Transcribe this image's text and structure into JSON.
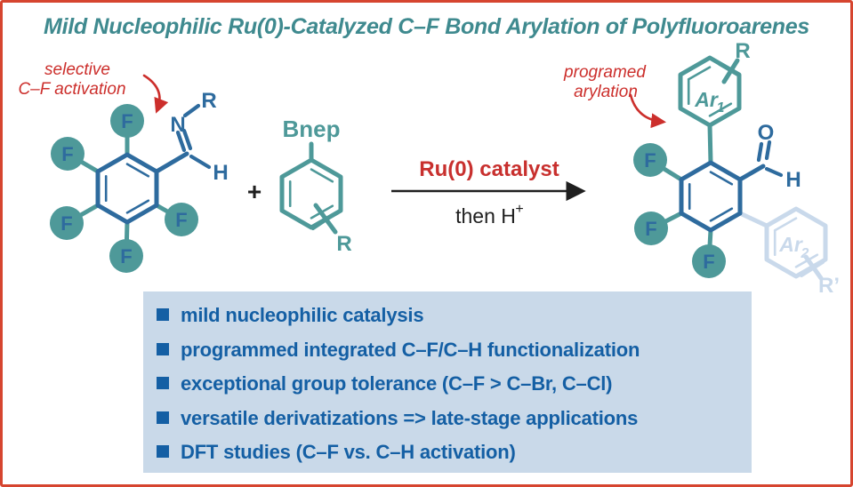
{
  "title": "Mild Nucleophilic Ru(0)-Catalyzed C–F Bond Arylation of Polyfluoroarenes",
  "annotations": {
    "selective": {
      "line1": "selective",
      "line2": "C–F activation"
    },
    "programed": {
      "line1": "programed",
      "line2": "arylation"
    }
  },
  "reaction": {
    "plus": "+",
    "catalyst": "Ru(0) catalyst",
    "conditions": "then H",
    "conditions_superscript": "+"
  },
  "reactant_imine": {
    "fluorines": [
      "F",
      "F",
      "F",
      "F",
      "F"
    ],
    "nitrogen": "N",
    "r_group": "R",
    "hydrogen": "H"
  },
  "reactant_boronate": {
    "boron_group": "Bnep",
    "r_group": "R"
  },
  "product": {
    "fluorines": [
      "F",
      "F",
      "F"
    ],
    "aldehyde_oxygen": "O",
    "aldehyde_hydrogen": "H",
    "ar1": {
      "label": "Ar",
      "subscript": "1",
      "r_group": "R"
    },
    "ar2": {
      "label": "Ar",
      "subscript": "2",
      "r_group": "R’"
    }
  },
  "highlights": {
    "items": [
      "mild nucleophilic catalysis",
      "programmed integrated C–F/C–H functionalization",
      "exceptional group tolerance (C–F > C–Br, C–Cl)",
      "versatile derivatizations => late-stage applications",
      "DFT studies (C–F vs. C–H activation)"
    ]
  },
  "colors": {
    "frame_red": "#d6452f",
    "annotation_red": "#cc2f2c",
    "structure_blue": "#2e6b9e",
    "structure_teal": "#4e9999",
    "ghost_blue": "#c9d9eb",
    "title_teal": "#3f8a8f",
    "panel_background": "#c9d9e9",
    "panel_text": "#145fa4",
    "arrow_black": "#1f1f1f"
  }
}
